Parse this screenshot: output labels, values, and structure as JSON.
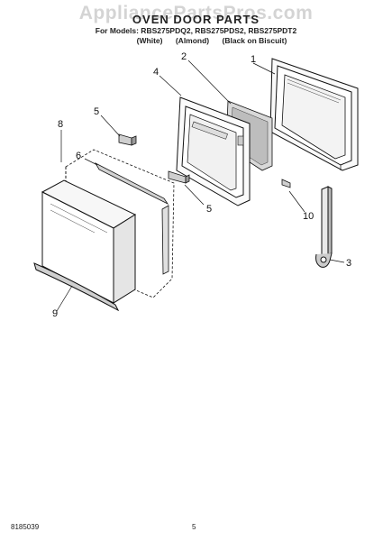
{
  "header": {
    "watermark": "AppliancePartsPros.com",
    "title": "OVEN DOOR PARTS",
    "models": "For Models: RBS275PDQ2, RBS275PDS2, RBS275PDT2",
    "variants": [
      "(White)",
      "(Almond)",
      "(Black on Biscuit)"
    ]
  },
  "callouts": [
    {
      "id": "1",
      "label": "1"
    },
    {
      "id": "2",
      "label": "2"
    },
    {
      "id": "3",
      "label": "3"
    },
    {
      "id": "4",
      "label": "4"
    },
    {
      "id": "5a",
      "label": "5"
    },
    {
      "id": "5b",
      "label": "5"
    },
    {
      "id": "6",
      "label": "6"
    },
    {
      "id": "8",
      "label": "8"
    },
    {
      "id": "9",
      "label": "9"
    },
    {
      "id": "10",
      "label": "10"
    }
  ],
  "footer": {
    "doc_number": "8185039",
    "page_number": "5"
  }
}
